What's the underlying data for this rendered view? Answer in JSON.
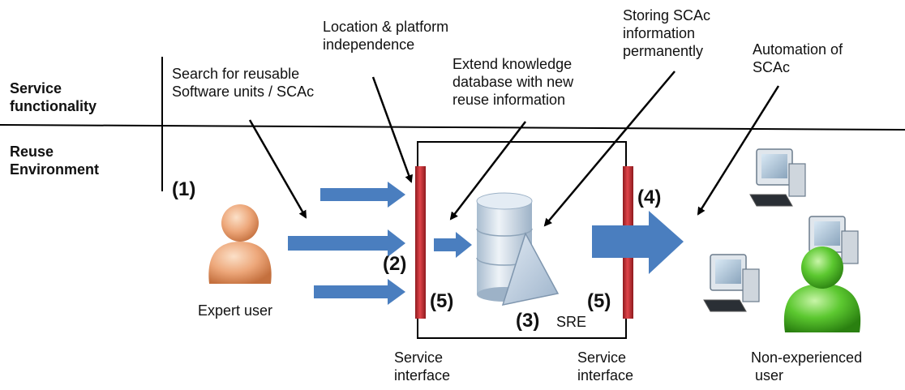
{
  "sections": {
    "service": "Service\nfunctionality",
    "reuse": "Reuse\nEnvironment"
  },
  "annotations": {
    "search": "Search for reusable\nSoftware units / SCAc",
    "location": "Location & platform\nindependence",
    "extend": "Extend knowledge\ndatabase with new\nreuse information",
    "storing": "Storing SCAc\ninformation\npermanently",
    "automation": "Automation of\nSCAc"
  },
  "markers": {
    "m1": "(1)",
    "m2": "(2)",
    "m3": "(3)",
    "m4": "(4)",
    "m5_left": "(5)",
    "m5_right": "(5)"
  },
  "labels": {
    "expert_user": "Expert user",
    "sre": "SRE",
    "service_interface_left": "Service\ninterface",
    "service_interface_right": "Service\ninterface",
    "non_experienced_user": "Non-experienced\n user"
  },
  "colors": {
    "flow_arrow": "#4a7ebf",
    "interface_bar": "#c0282d",
    "expert_user": "#e8a070",
    "non_experienced_user": "#3aa820",
    "database": "#c8d8ea"
  },
  "icons": [
    "expert-user-icon",
    "database-icon",
    "computer-icon",
    "non-experienced-user-icon"
  ]
}
